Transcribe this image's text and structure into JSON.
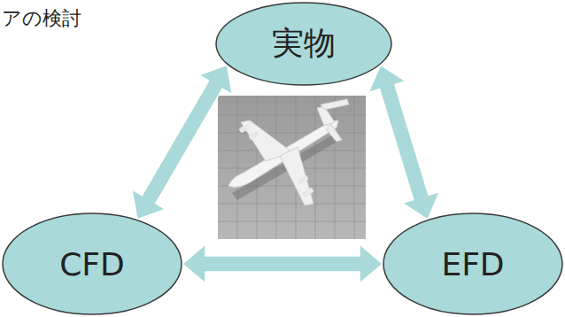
{
  "diagram": {
    "nodes": [
      {
        "text": [
          "実物"
        ]
      },
      {
        "text": [
          "CFD"
        ]
      },
      {
        "text": [
          "EFD"
        ]
      }
    ],
    "edges": [
      {
        "from": 0,
        "to": 1,
        "arrow": "both"
      },
      {
        "from": 0,
        "to": 2,
        "arrow": "both"
      },
      {
        "from": 1,
        "to": 2,
        "arrow": "both"
      }
    ],
    "labels": [
      "アの検討"
    ]
  }
}
